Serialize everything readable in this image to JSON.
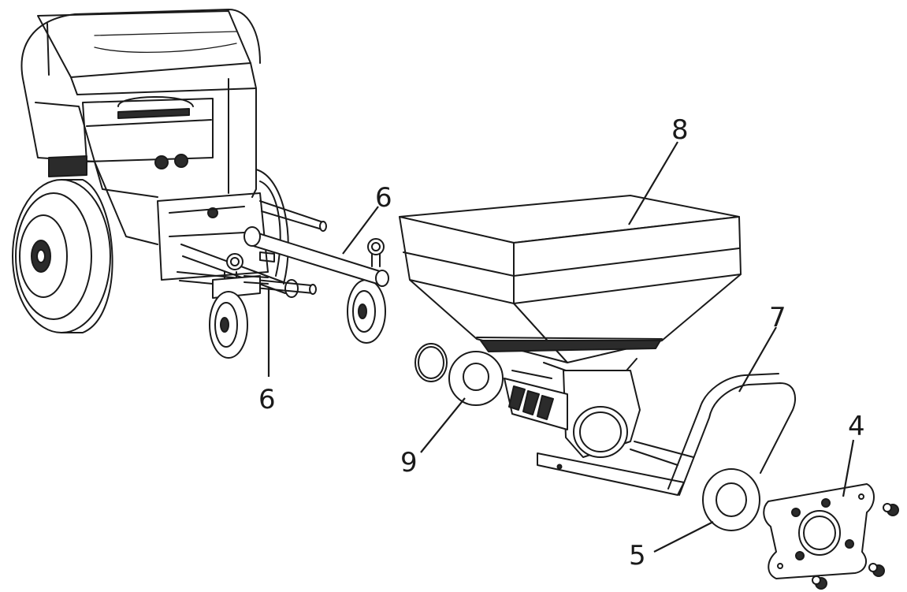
{
  "callouts": [
    {
      "id": "4",
      "text": "4"
    },
    {
      "id": "5",
      "text": "5"
    },
    {
      "id": "6a",
      "text": "6"
    },
    {
      "id": "6b",
      "text": "6"
    },
    {
      "id": "7",
      "text": "7"
    },
    {
      "id": "8",
      "text": "8"
    },
    {
      "id": "9",
      "text": "9"
    }
  ],
  "colors": {
    "line": "#1a1a1a",
    "background": "#ffffff"
  }
}
